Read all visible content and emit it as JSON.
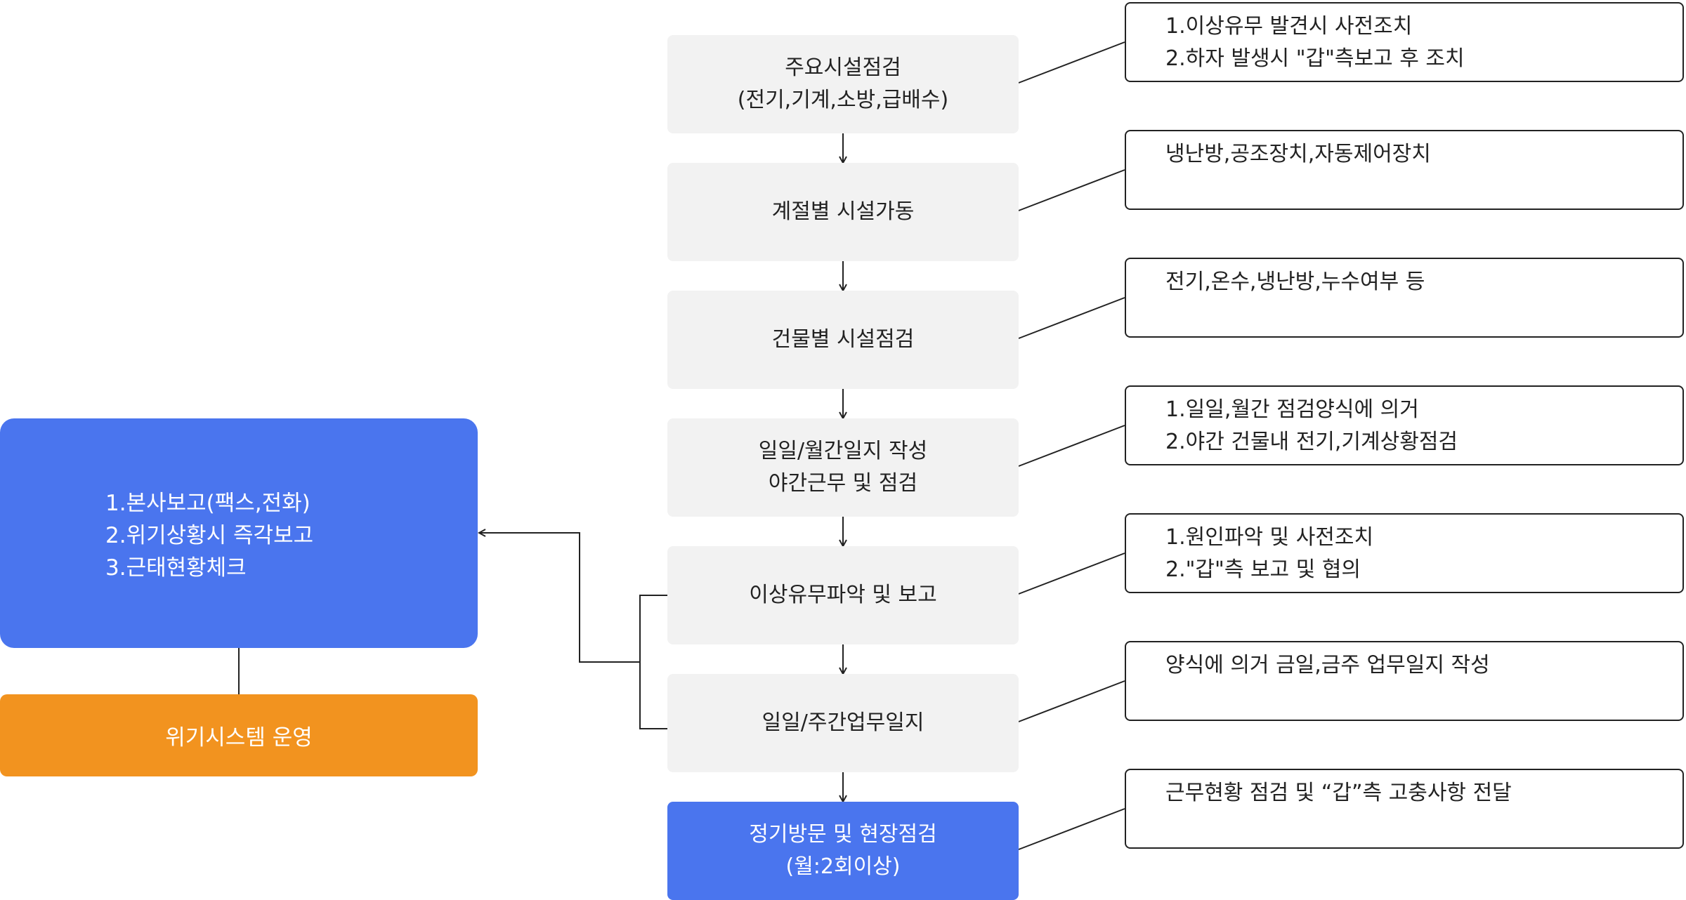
{
  "flow": {
    "steps": [
      {
        "lines": [
          "주요시설점검",
          "(전기,기계,소방,급배수)"
        ],
        "highlight": false
      },
      {
        "lines": [
          "계절별 시설가동"
        ],
        "highlight": false
      },
      {
        "lines": [
          "건물별 시설점검"
        ],
        "highlight": false
      },
      {
        "lines": [
          "일일/월간일지 작성",
          "야간근무 및 점검"
        ],
        "highlight": false
      },
      {
        "lines": [
          "이상유무파악 및 보고"
        ],
        "highlight": false
      },
      {
        "lines": [
          "일일/주간업무일지"
        ],
        "highlight": false
      },
      {
        "lines": [
          "정기방문 및 현장점검",
          "(월:2회이상)"
        ],
        "highlight": true
      }
    ]
  },
  "notes": [
    {
      "lines": [
        "1.이상유무 발견시 사전조치",
        "2.하자 발생시 \"갑\"측보고 후 조치"
      ]
    },
    {
      "lines": [
        "냉난방,공조장치,자동제어장치"
      ]
    },
    {
      "lines": [
        "전기,온수,냉난방,누수여부 등"
      ]
    },
    {
      "lines": [
        "1.일일,월간 점검양식에 의거",
        "2.야간 건물내 전기,기계상황점검"
      ]
    },
    {
      "lines": [
        "1.원인파악 및 사전조치",
        "2.\"갑\"측 보고 및 협의"
      ]
    },
    {
      "lines": [
        "양식에 의거 금일,금주 업무일지 작성"
      ]
    },
    {
      "lines": [
        "근무현황 점검 및 “갑”측 고충사항 전달"
      ]
    }
  ],
  "report": {
    "lines": [
      "1.본사보고(팩스,전화)",
      "2.위기상황시 즉각보고",
      "3.근태현황체크"
    ]
  },
  "crisis": {
    "label": "위기시스템 운영"
  },
  "colors": {
    "step_bg": "#f2f2f2",
    "highlight_blue": "#4a75ee",
    "crisis_orange": "#f2931f",
    "line": "#222222"
  }
}
